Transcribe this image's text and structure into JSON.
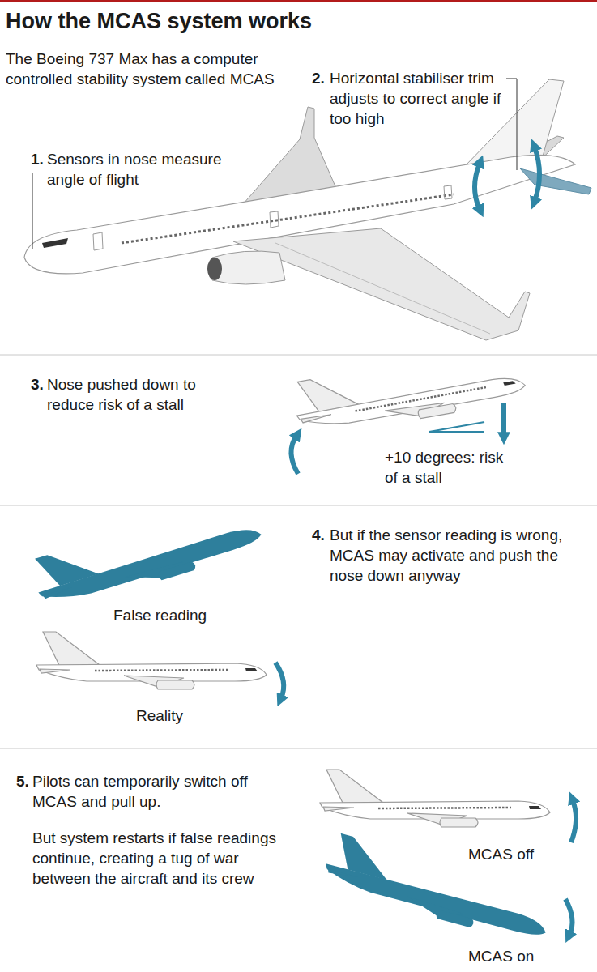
{
  "diagram": {
    "title": "How the MCAS system works",
    "labels": [
      "The Boeing 737 Max has a computer controlled stability system called MCAS",
      "1.",
      "Sensors in nose measure angle of flight",
      "2.",
      "Horizontal stabiliser trim adjusts to correct angle if too high",
      "3.",
      "Nose pushed down to reduce risk of a stall",
      "+10 degrees: risk of a stall",
      "4.",
      "But if the sensor reading is wrong, MCAS may activate and push the nose down anyway",
      "False reading",
      "Reality",
      "5.",
      "Pilots can temporarily switch off MCAS and pull up.",
      "But system restarts if false readings continue, creating a tug of war between the aircraft and its crew",
      "MCAS off",
      "MCAS on"
    ]
  }
}
